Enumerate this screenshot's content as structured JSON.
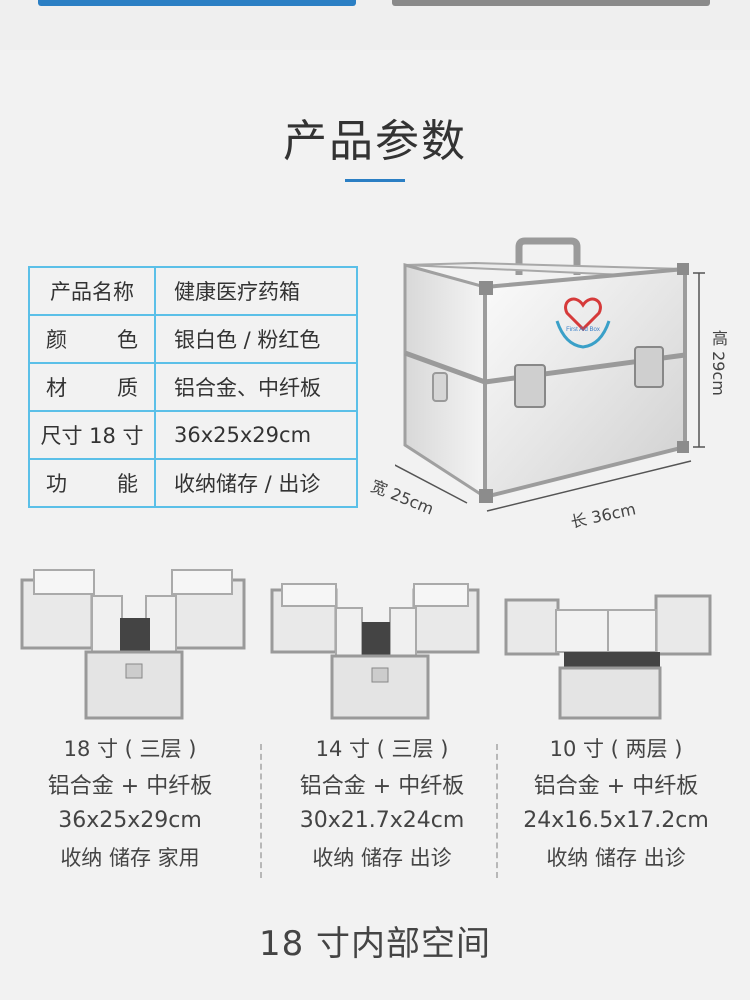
{
  "section_title": "产品参数",
  "colors": {
    "accent": "#2b7fc4",
    "table_border": "#5bc0e8"
  },
  "spec_table": [
    {
      "key": "产品名称",
      "value": "健康医疗药箱",
      "spaced": false
    },
    {
      "key_a": "颜",
      "key_b": "色",
      "value": "银白色 / 粉红色",
      "spaced": true
    },
    {
      "key_a": "材",
      "key_b": "质",
      "value": "铝合金、中纤板",
      "spaced": true
    },
    {
      "key": "尺寸 18 寸",
      "value": "36x25x29cm",
      "spaced": false
    },
    {
      "key_a": "功",
      "key_b": "能",
      "value": "收纳储存 / 出诊",
      "spaced": true
    }
  ],
  "main_image": {
    "height_label": "高 29cm",
    "width_label": "宽 25cm",
    "length_label": "长 36cm",
    "logo_text": "First Aid Box"
  },
  "variants": [
    {
      "size": "18 寸 ( 三层 )",
      "material": "铝合金 + 中纤板",
      "dims": "36x25x29cm",
      "use": "收纳 储存 家用"
    },
    {
      "size": "14 寸 ( 三层 )",
      "material": "铝合金 + 中纤板",
      "dims": "30x21.7x24cm",
      "use": "收纳 储存 出诊"
    },
    {
      "size": "10 寸 ( 两层 )",
      "material": "铝合金 + 中纤板",
      "dims": "24x16.5x17.2cm",
      "use": "收纳 储存 出诊"
    }
  ],
  "bottom_title": "18 寸内部空间"
}
